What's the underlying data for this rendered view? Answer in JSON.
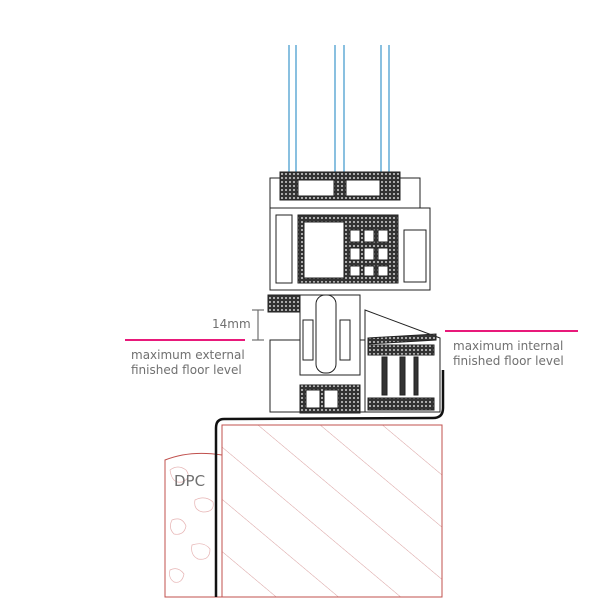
{
  "dimension": {
    "label": "14mm"
  },
  "external_level": {
    "line1": "maximum external",
    "line2": "finished floor level"
  },
  "internal_level": {
    "line1": "maximum internal",
    "line2": "finished floor level"
  },
  "dpc": {
    "label": "DPC"
  },
  "colors": {
    "level_line": "#e8197a",
    "glass": "#4a9fd0",
    "masonry": "#c0504d",
    "profile": "#222222",
    "text": "#707070"
  }
}
